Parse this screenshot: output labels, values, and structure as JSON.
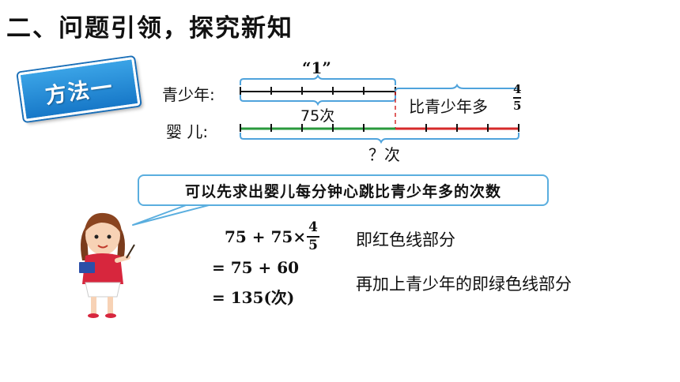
{
  "title": "二、问题引领，探究新知",
  "badge": "方法一",
  "diagram": {
    "teen_label": "青少年:",
    "baby_label": "婴  儿:",
    "one_label": "“1”",
    "teen_count": "75次",
    "more_label": "比青少年多",
    "fraction_num": "4",
    "fraction_den": "5",
    "question": "？次",
    "colors": {
      "green": "#2a9a3c",
      "red": "#d62a2a",
      "brace": "#4fa3dc",
      "dash": "#d62a2a"
    }
  },
  "bubble": "可以先求出婴儿每分钟心跳比青少年多的次数",
  "calc": {
    "line1_left": "75 + 75×",
    "line1_num": "4",
    "line1_den": "5",
    "line2": "= 75 + 60",
    "line3": "= 135(次)"
  },
  "notes": {
    "red_part": "即红色线部分",
    "green_part": "再加上青少年的即绿色线部分"
  }
}
